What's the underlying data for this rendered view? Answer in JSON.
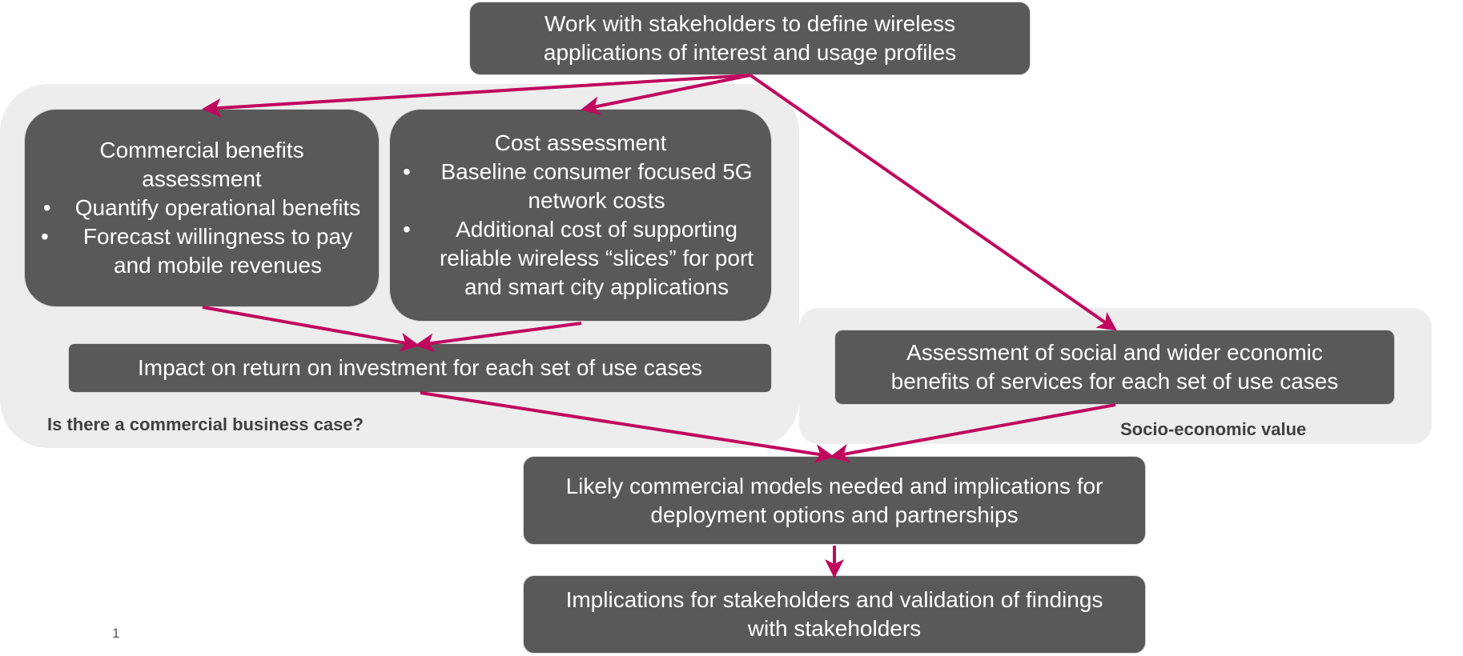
{
  "top_box": {
    "line1": "Work with stakeholders to define wireless",
    "line2": "applications of interest and usage profiles"
  },
  "commercial": {
    "title1": "Commercial benefits",
    "title2": "assessment",
    "bullets": [
      "Quantify operational benefits",
      "Forecast willingness to pay and mobile revenues"
    ]
  },
  "cost": {
    "title": "Cost assessment",
    "bullets": [
      "Baseline consumer focused 5G network costs",
      "Additional cost of supporting reliable wireless “slices” for port and smart city applications"
    ]
  },
  "impact": "Impact on return on investment for each set of use cases",
  "assessment": {
    "line1": "Assessment of social and wider economic",
    "line2": "benefits of services for each set of use cases"
  },
  "labels": {
    "business_case": "Is there a commercial business case?",
    "socio": "Socio-economic value"
  },
  "likely": {
    "line1": "Likely commercial models needed and implications for",
    "line2": "deployment options and partnerships"
  },
  "implications": {
    "line1": "Implications for stakeholders and validation of findings",
    "line2": "with stakeholders"
  },
  "page_number": "1",
  "bullet": "•",
  "colors": {
    "box": "#595959",
    "arrow": "#c0075e",
    "panel": "#ededed"
  }
}
